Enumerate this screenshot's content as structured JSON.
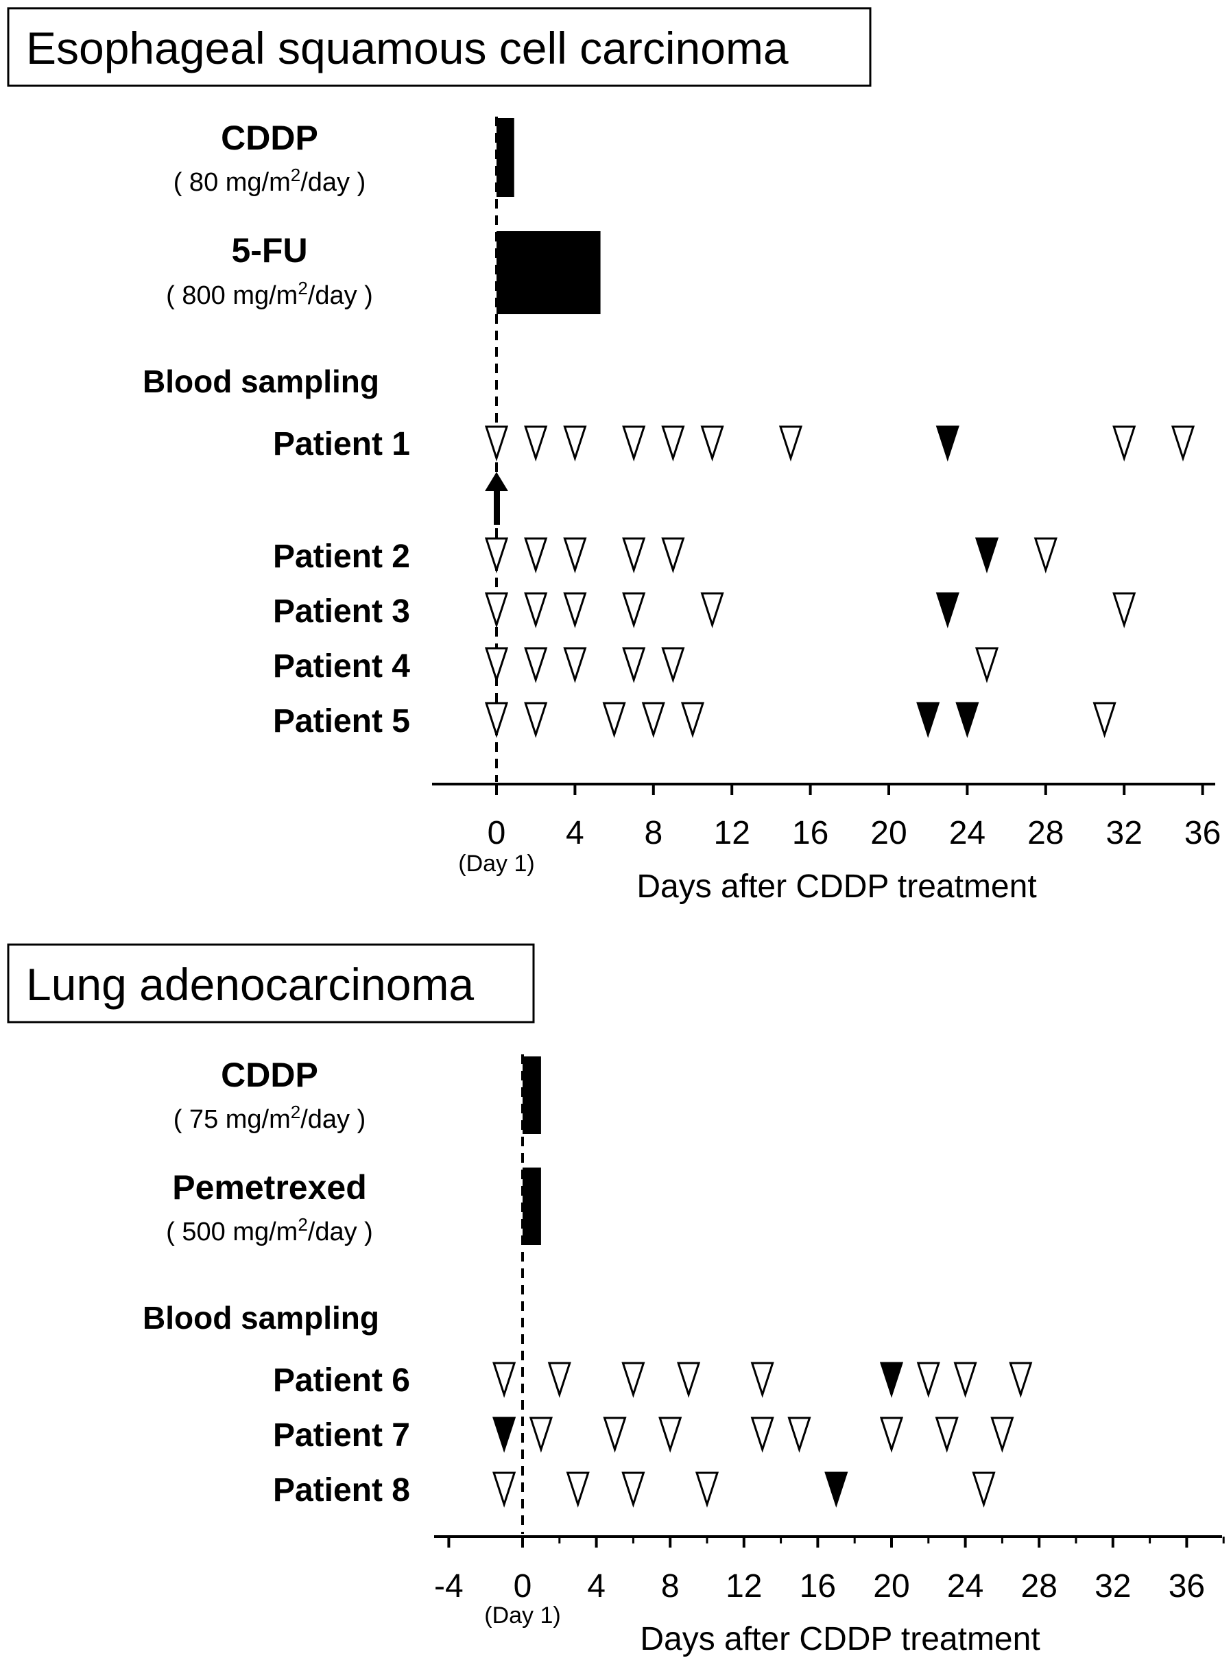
{
  "chart_data": [
    {
      "type": "timeline",
      "title": "Esophageal squamous cell carcinoma",
      "xlabel": "Days after CDDP treatment",
      "x_ticks": [
        0,
        4,
        8,
        12,
        16,
        20,
        24,
        28,
        32,
        36
      ],
      "xlim": [
        -3.2,
        37.2
      ],
      "day1_note": "(Day 1)",
      "treatments": [
        {
          "name": "CDDP",
          "dose_prefix": "( 80 mg/m",
          "dose_sup": "2",
          "dose_suffix": "/day )",
          "start": 0,
          "end": 0.9
        },
        {
          "name": "5-FU",
          "dose_prefix": "( 800 mg/m",
          "dose_sup": "2",
          "dose_suffix": "/day )",
          "start": 0,
          "end": 5.3
        }
      ],
      "section_label": "Blood sampling",
      "patients": [
        {
          "label": "Patient 1",
          "open": [
            0,
            2,
            4,
            7,
            9,
            11,
            15,
            32,
            35
          ],
          "filled": [
            23
          ]
        },
        {
          "label": "Patient 2",
          "open": [
            0,
            2,
            4,
            7,
            9,
            28
          ],
          "filled": [
            25
          ]
        },
        {
          "label": "Patient 3",
          "open": [
            0,
            2,
            4,
            7,
            11,
            32
          ],
          "filled": [
            23
          ]
        },
        {
          "label": "Patient 4",
          "open": [
            0,
            2,
            4,
            7,
            9,
            25
          ],
          "filled": []
        },
        {
          "label": "Patient 5",
          "open": [
            0,
            2,
            6,
            8,
            10,
            31
          ],
          "filled": [
            22,
            24
          ]
        }
      ],
      "arrow_day": 0
    },
    {
      "type": "timeline",
      "title": "Lung adenocarcinoma",
      "xlabel": "Days after CDDP treatment",
      "x_ticks": [
        -4,
        0,
        4,
        8,
        12,
        16,
        20,
        24,
        28,
        32,
        36
      ],
      "xlim": [
        -4.8,
        38.2
      ],
      "day1_note": "(Day 1)",
      "treatments": [
        {
          "name": "CDDP",
          "dose_prefix": "( 75 mg/m",
          "dose_sup": "2",
          "dose_suffix": "/day )",
          "start": 0,
          "end": 1
        },
        {
          "name": "Pemetrexed",
          "dose_prefix": "( 500 mg/m",
          "dose_sup": "2",
          "dose_suffix": "/day )",
          "start": 0,
          "end": 1
        }
      ],
      "section_label": "Blood sampling",
      "patients": [
        {
          "label": "Patient 6",
          "open": [
            -1,
            2,
            6,
            9,
            13,
            22,
            24,
            27
          ],
          "filled": [
            20
          ]
        },
        {
          "label": "Patient 7",
          "open": [
            1,
            5,
            8,
            13,
            15,
            20,
            23,
            26
          ],
          "filled": [
            -1
          ]
        },
        {
          "label": "Patient 8",
          "open": [
            -1,
            3,
            6,
            10,
            25
          ],
          "filled": [
            17
          ]
        }
      ]
    }
  ]
}
